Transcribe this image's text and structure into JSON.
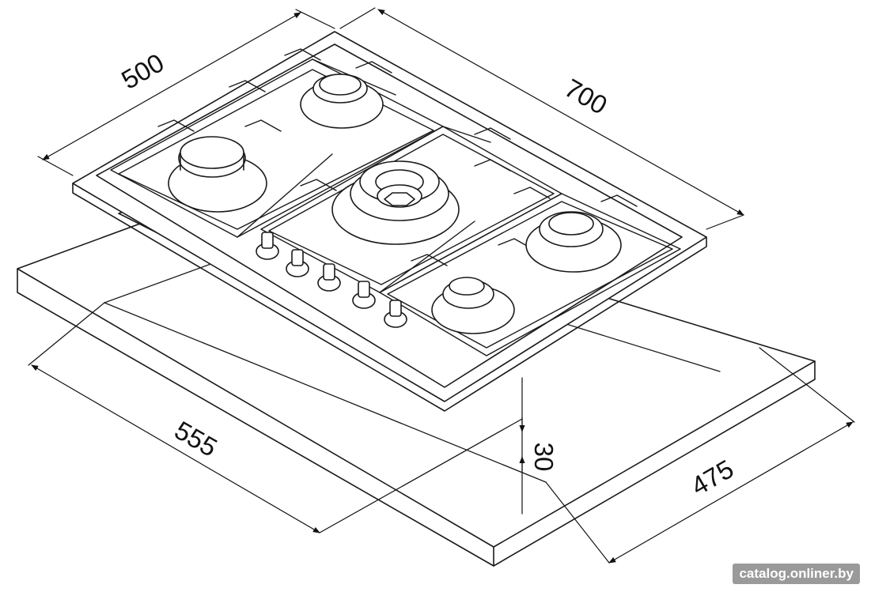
{
  "dimensions": {
    "width_top": "700",
    "depth_top": "500",
    "cutout_width": "555",
    "cutout_depth": "475",
    "height": "30"
  },
  "watermark": "catalog.onliner.by",
  "colors": {
    "line": "#1a1a1a",
    "background": "#ffffff"
  }
}
